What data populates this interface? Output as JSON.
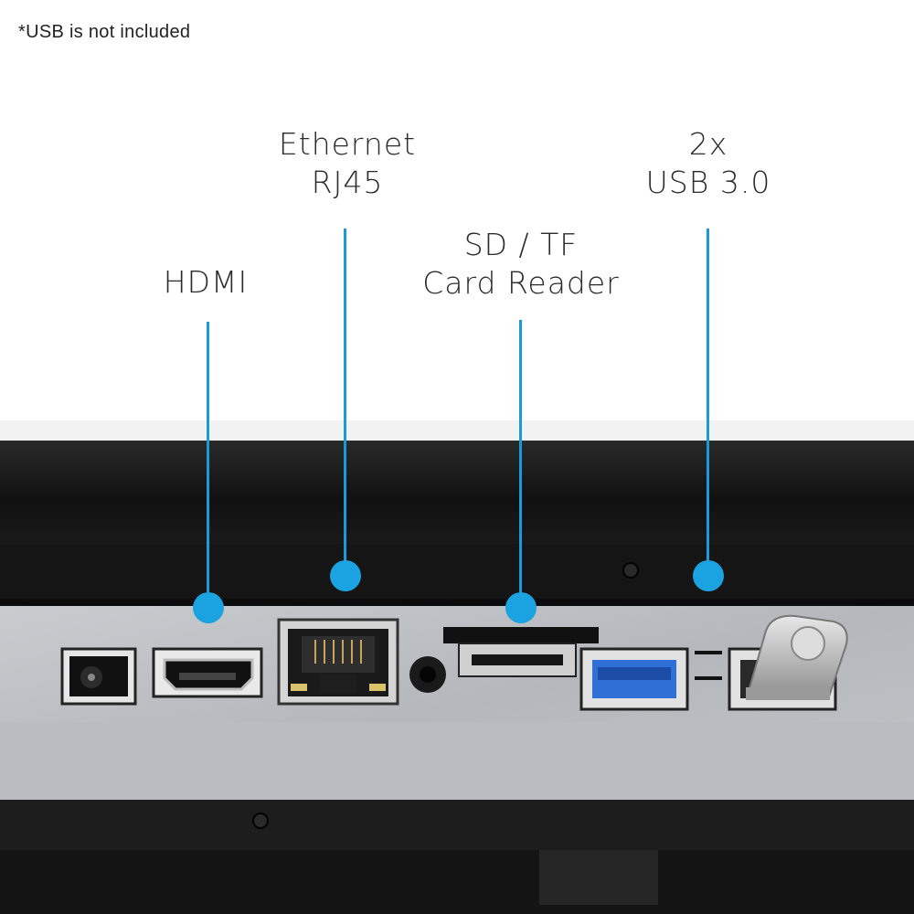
{
  "note": "*USB is not included",
  "callouts": {
    "hdmi": {
      "lines": [
        "HDMI"
      ]
    },
    "ethernet": {
      "lines": [
        "Ethernet",
        "RJ45"
      ]
    },
    "sd": {
      "lines": [
        "SD / TF",
        "Card Reader"
      ]
    },
    "usb": {
      "lines": [
        "2x",
        "USB 3.0"
      ]
    }
  },
  "colors": {
    "accent": "#1aa3e0",
    "usb_port_blue": "#2f6fd6"
  }
}
